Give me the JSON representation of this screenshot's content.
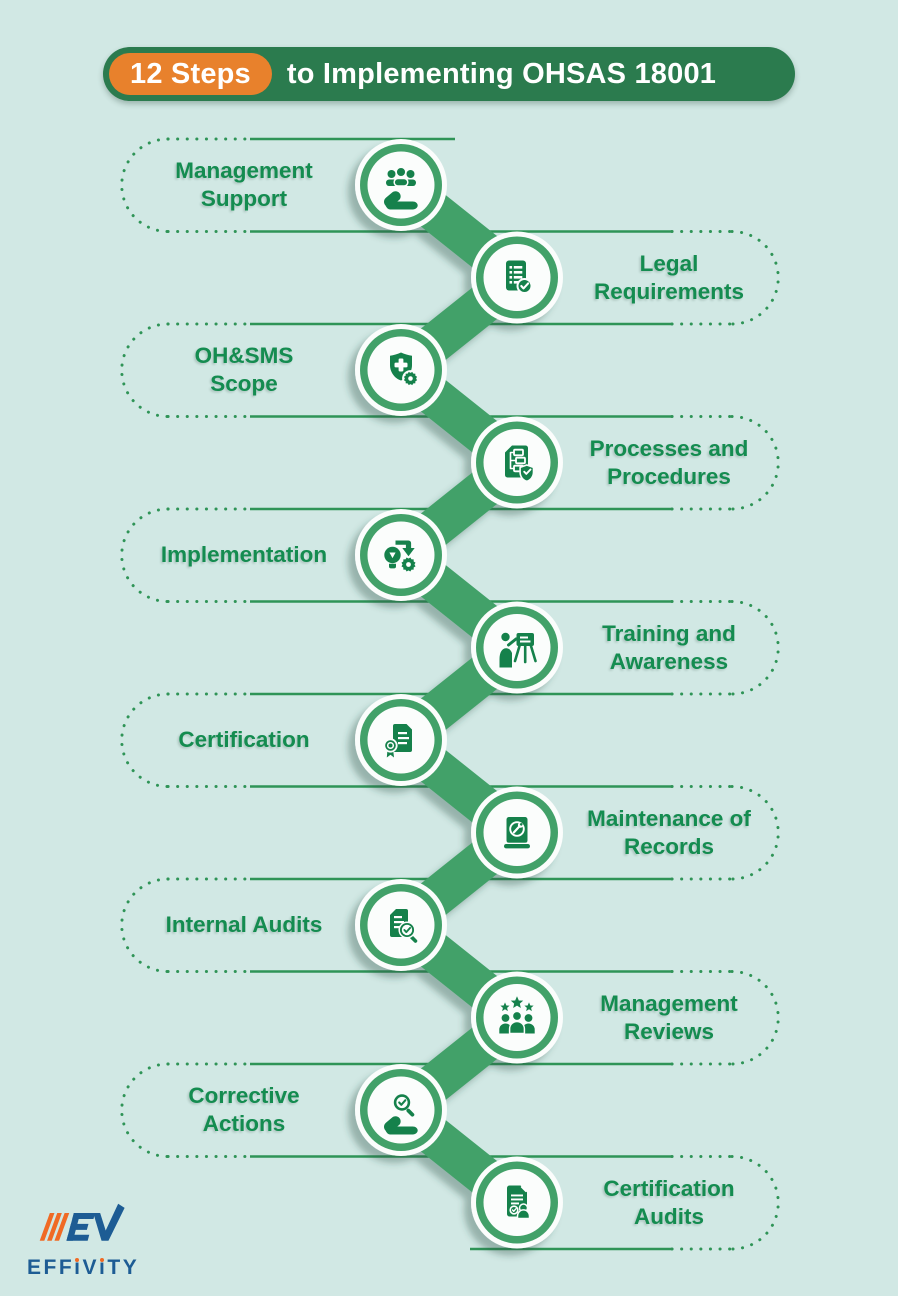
{
  "header": {
    "badge": "12 Steps",
    "title": "to Implementing OHSAS 18001"
  },
  "steps": [
    {
      "label": "Management\nSupport",
      "icon": "people-in-hand-icon"
    },
    {
      "label": "Legal\nRequirements",
      "icon": "document-checklist-icon"
    },
    {
      "label": "OH&SMS\nScope",
      "icon": "shield-gear-icon"
    },
    {
      "label": "Processes and\nProcedures",
      "icon": "process-flow-document-icon"
    },
    {
      "label": "Implementation",
      "icon": "idea-to-gear-icon"
    },
    {
      "label": "Training and\nAwareness",
      "icon": "trainer-presentation-icon"
    },
    {
      "label": "Certification",
      "icon": "certificate-ribbon-icon"
    },
    {
      "label": "Maintenance of\nRecords",
      "icon": "maintenance-book-icon"
    },
    {
      "label": "Internal Audits",
      "icon": "audit-magnifier-document-icon"
    },
    {
      "label": "Management\nReviews",
      "icon": "team-stars-icon"
    },
    {
      "label": "Corrective\nActions",
      "icon": "magnifier-in-hand-icon"
    },
    {
      "label": "Certification\nAudits",
      "icon": "certified-person-document-icon"
    }
  ],
  "logo": {
    "brand": "EFFIVITY",
    "segments": [
      "EFF",
      "ı",
      "V",
      "ı",
      "TY"
    ]
  },
  "colors": {
    "bg": "#d1e8e4",
    "banner_green": "#2b7b4e",
    "badge_orange": "#e8812c",
    "band_green": "#43a169",
    "line_green": "#2f9457",
    "text_green": "#148c50",
    "icon_green": "#15814b",
    "circle_white": "#fbfdfc",
    "logo_blue": "#1d5c94",
    "logo_orange": "#f06a24"
  }
}
